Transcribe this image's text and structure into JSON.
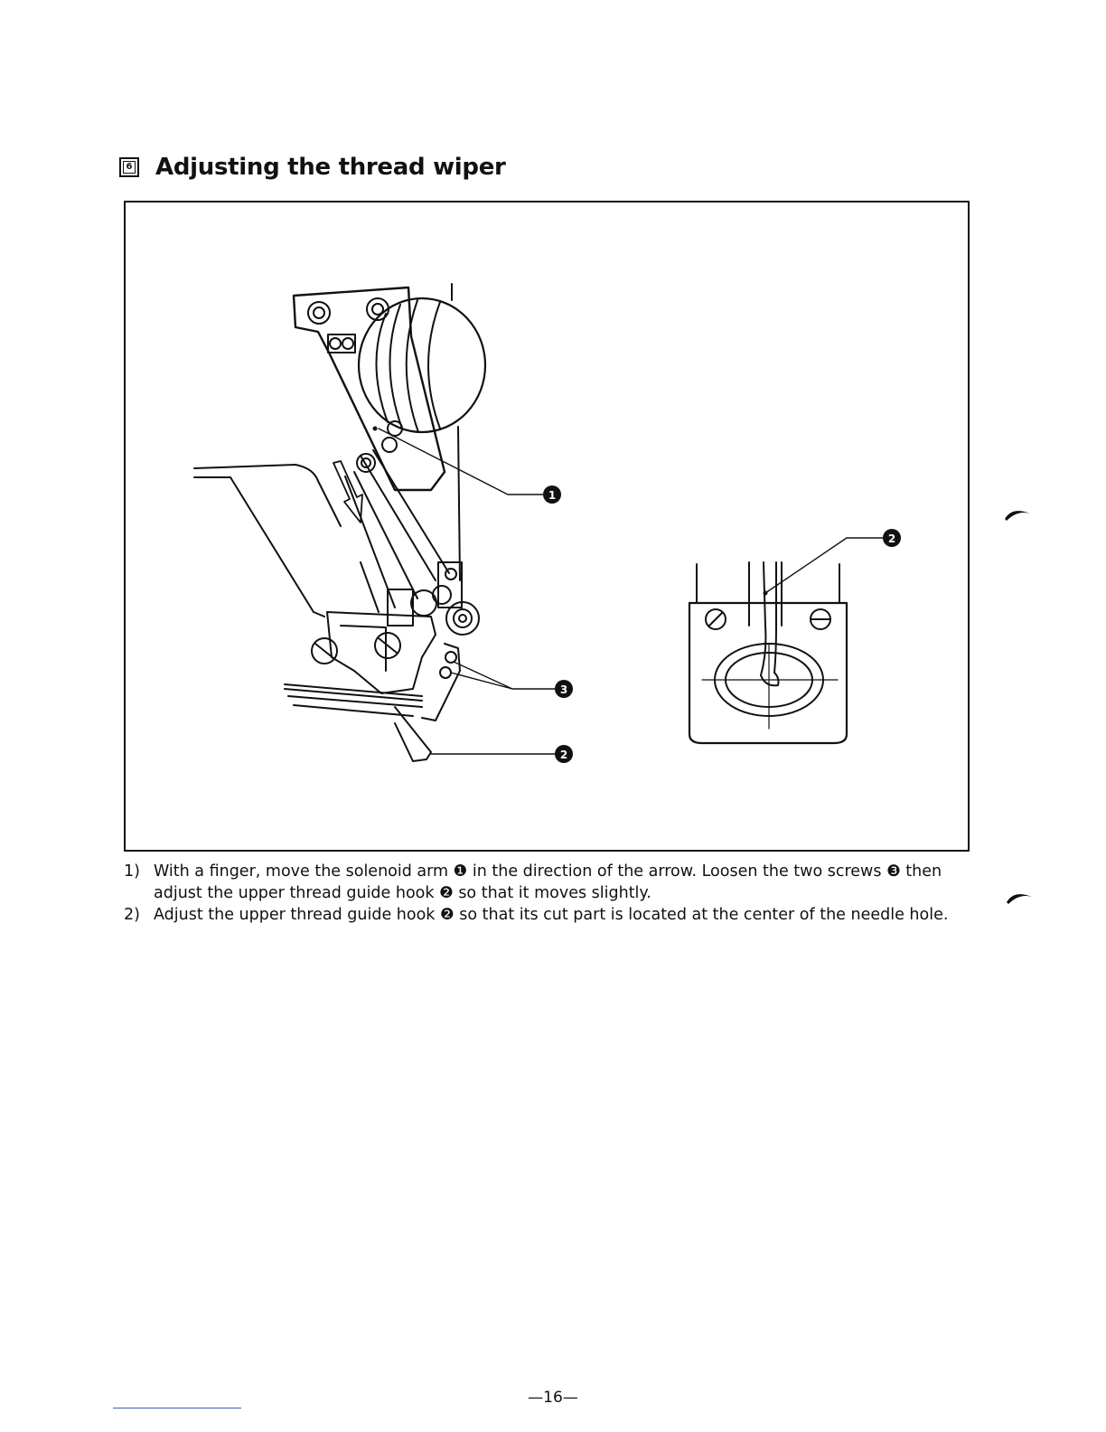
{
  "section": {
    "number": "6",
    "title": "Adjusting the thread wiper"
  },
  "figure": {
    "callouts": {
      "solenoid_arm": "1",
      "guide_hook_left": "2",
      "screws": "3",
      "guide_hook_right": "2"
    }
  },
  "instructions": [
    {
      "num": "1)",
      "text": "With a finger, move the solenoid arm ❶ in the direction of the arrow.  Loosen the two screws ❸ then adjust the upper thread guide hook ❷ so that it moves slightly."
    },
    {
      "num": "2)",
      "text": "Adjust the upper thread guide hook ❷ so that its cut part is located at the center of the needle hole."
    }
  ],
  "page_number": "—16—"
}
